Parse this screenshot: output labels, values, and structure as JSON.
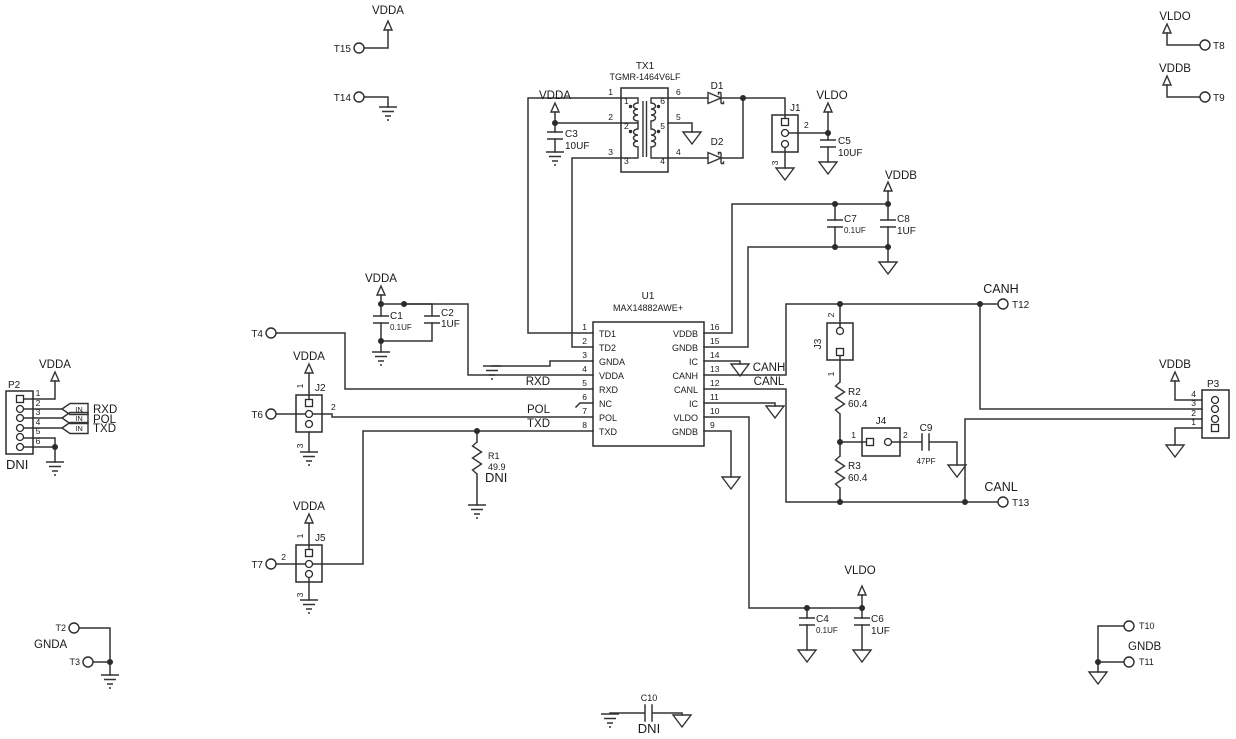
{
  "power_rails": {
    "vdda": "VDDA",
    "vddb": "VDDB",
    "vldo": "VLDO"
  },
  "grounds": {
    "gnda": "GNDA",
    "gndb": "GNDB"
  },
  "net_labels": {
    "canh": "CANH",
    "canl": "CANL",
    "rxd": "RXD",
    "pol": "POL",
    "txd": "TXD"
  },
  "flags": {
    "in": "IN"
  },
  "test_points": {
    "t2": "T2",
    "t3": "T3",
    "t4": "T4",
    "t6": "T6",
    "t7": "T7",
    "t8": "T8",
    "t9": "T9",
    "t10": "T10",
    "t11": "T11",
    "t12": "T12",
    "t13": "T13",
    "t14": "T14",
    "t15": "T15"
  },
  "components": {
    "tx1": {
      "ref": "TX1",
      "part": "TGMR-1464V6LF",
      "pins": [
        "1",
        "2",
        "3",
        "4",
        "5",
        "6"
      ]
    },
    "u1": {
      "ref": "U1",
      "part": "MAX14882AWE+",
      "left_pins": [
        {
          "num": "1",
          "name": "TD1"
        },
        {
          "num": "2",
          "name": "TD2"
        },
        {
          "num": "3",
          "name": "GNDA"
        },
        {
          "num": "4",
          "name": "VDDA"
        },
        {
          "num": "5",
          "name": "RXD"
        },
        {
          "num": "6",
          "name": "NC"
        },
        {
          "num": "7",
          "name": "POL"
        },
        {
          "num": "8",
          "name": "TXD"
        }
      ],
      "right_pins": [
        {
          "num": "16",
          "name": "VDDB"
        },
        {
          "num": "15",
          "name": "GNDB"
        },
        {
          "num": "14",
          "name": "IC"
        },
        {
          "num": "13",
          "name": "CANH"
        },
        {
          "num": "12",
          "name": "CANL"
        },
        {
          "num": "11",
          "name": "IC"
        },
        {
          "num": "10",
          "name": "VLDO"
        },
        {
          "num": "9",
          "name": "GNDB"
        }
      ]
    },
    "d1": {
      "ref": "D1"
    },
    "d2": {
      "ref": "D2"
    },
    "c1": {
      "ref": "C1",
      "value": "0.1UF"
    },
    "c2": {
      "ref": "C2",
      "value": "1UF"
    },
    "c3": {
      "ref": "C3",
      "value": "10UF"
    },
    "c4": {
      "ref": "C4",
      "value": "0.1UF"
    },
    "c5": {
      "ref": "C5",
      "value": "10UF"
    },
    "c6": {
      "ref": "C6",
      "value": "1UF"
    },
    "c7": {
      "ref": "C7",
      "value": "0.1UF"
    },
    "c8": {
      "ref": "C8",
      "value": "1UF"
    },
    "c9": {
      "ref": "C9",
      "value": "47PF"
    },
    "c10": {
      "ref": "C10",
      "note": "DNI"
    },
    "r1": {
      "ref": "R1",
      "value": "49.9",
      "note": "DNI"
    },
    "r2": {
      "ref": "R2",
      "value": "60.4"
    },
    "r3": {
      "ref": "R3",
      "value": "60.4"
    },
    "j1": {
      "ref": "J1",
      "pin2": "2",
      "pin3": "3"
    },
    "j2": {
      "ref": "J2",
      "pin1": "1",
      "pin2": "2",
      "pin3": "3"
    },
    "j3": {
      "ref": "J3",
      "pin1": "1",
      "pin2": "2"
    },
    "j4": {
      "ref": "J4",
      "pin1": "1",
      "pin2": "2"
    },
    "j5": {
      "ref": "J5",
      "pin1": "1",
      "pin2": "2",
      "pin3": "3"
    },
    "p2": {
      "ref": "P2",
      "note": "DNI",
      "pins": [
        "1",
        "2",
        "3",
        "4",
        "5",
        "6"
      ]
    },
    "p3": {
      "ref": "P3",
      "pins": [
        "4",
        "3",
        "2",
        "1"
      ]
    }
  },
  "colors": {
    "wire": "#333333",
    "text": "#1a1a1a",
    "background": "#ffffff"
  }
}
